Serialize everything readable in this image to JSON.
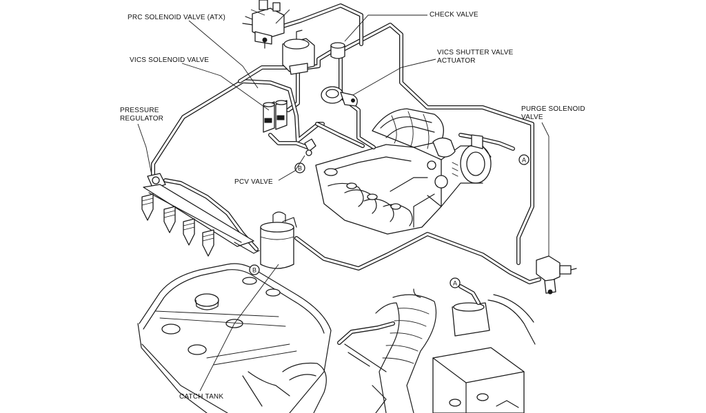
{
  "labels": {
    "prc_solenoid": "PRC SOLENOID VALVE (ATX)",
    "check_valve": "CHECK VALVE",
    "vics_solenoid": "VICS SOLENOID VALVE",
    "vics_shutter_line1": "VICS SHUTTER VALVE",
    "vics_shutter_line2": "ACTUATOR",
    "pressure_regulator_line1": "PRESSURE",
    "pressure_regulator_line2": "REGULATOR",
    "purge_solenoid_line1": "PURGE SOLENOID",
    "purge_solenoid_line2": "VALVE",
    "pcv_valve": "PCV VALVE",
    "catch_tank": "CATCH TANK"
  },
  "markers": {
    "a": "A",
    "b": "B"
  }
}
